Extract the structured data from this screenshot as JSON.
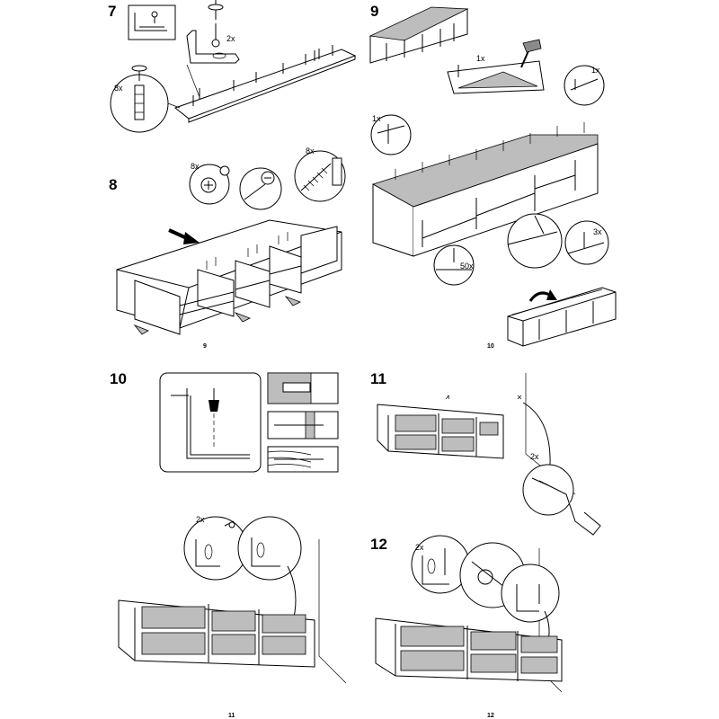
{
  "steps": [
    {
      "number": "7",
      "quantities": [
        "2x",
        "8x"
      ]
    },
    {
      "number": "8",
      "quantities": [
        "8x",
        "8x"
      ]
    },
    {
      "number": "9",
      "quantities": [
        "1x",
        "1x",
        "1x",
        "50x",
        "3x"
      ]
    },
    {
      "number": "10",
      "quantities": []
    },
    {
      "number": "11",
      "quantities": [
        "2x"
      ]
    },
    {
      "number": "12",
      "quantities": [
        "2x",
        "2x"
      ]
    }
  ],
  "page_numbers": {
    "top_left": "9",
    "top_right": "10",
    "bottom_left": "11",
    "bottom_right": "12"
  },
  "colors": {
    "line": "#000000",
    "surface_grey": "#bdbdbd",
    "background": "#ffffff"
  }
}
